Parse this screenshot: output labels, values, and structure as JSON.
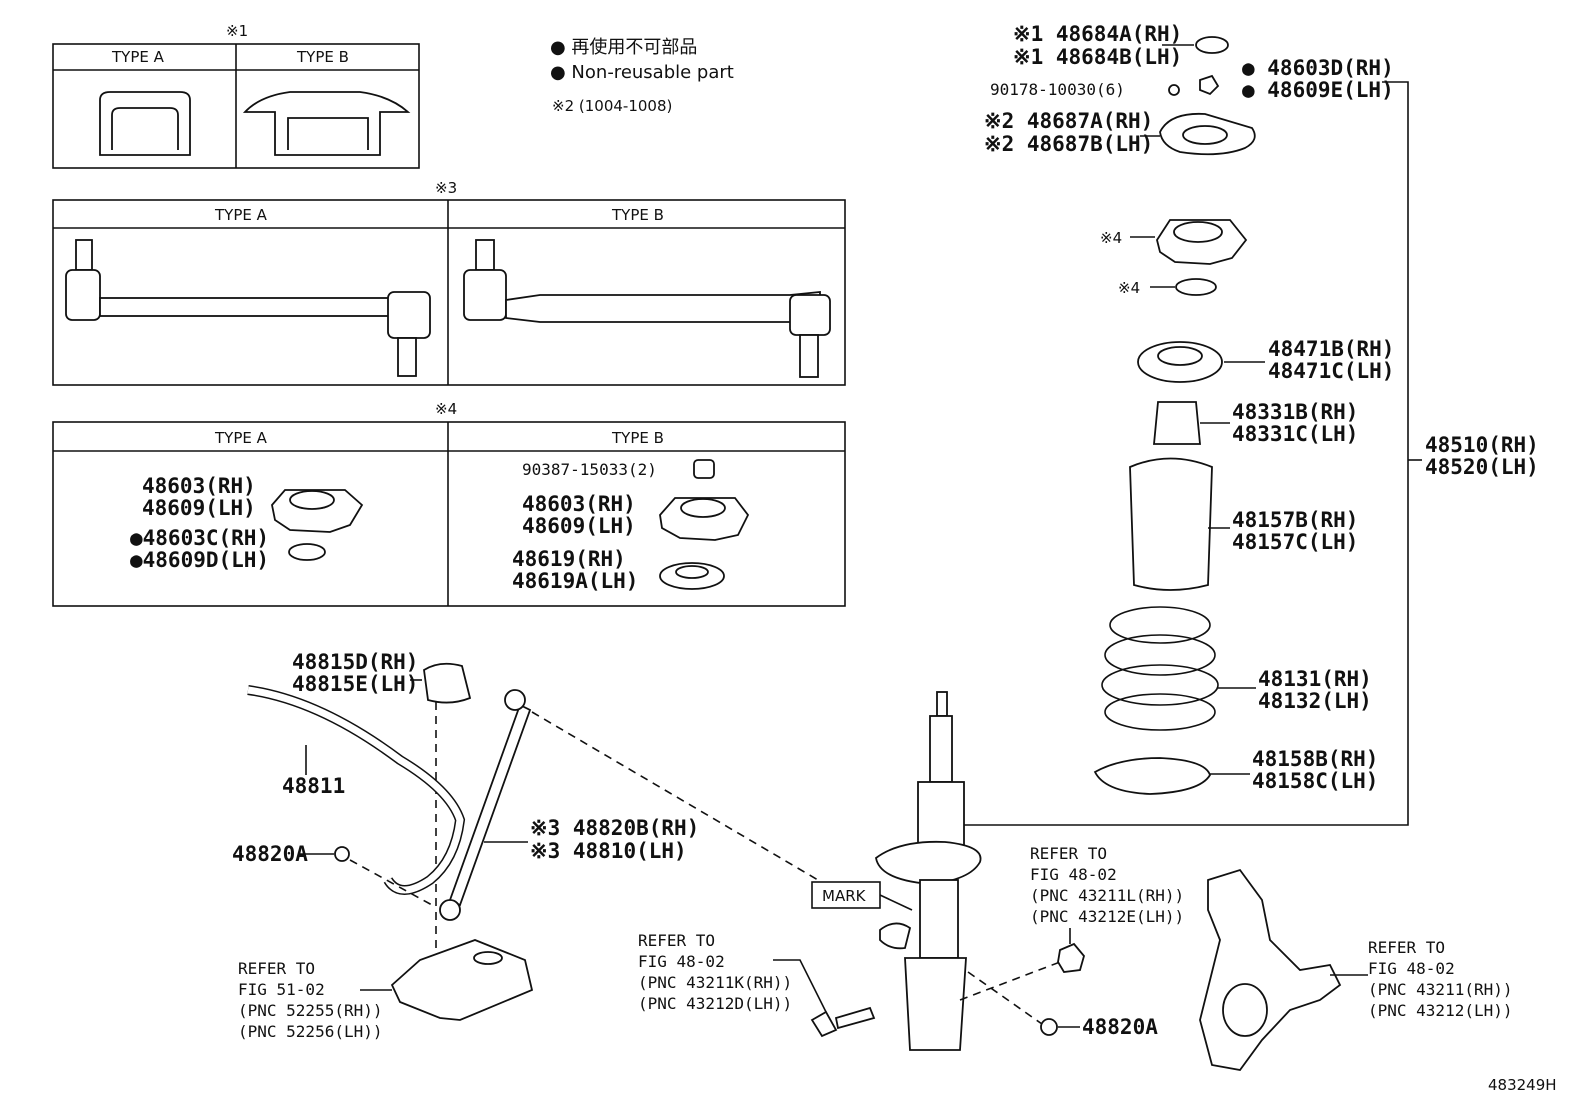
{
  "legend": {
    "nonreusable_jp": "● 再使用不可部品",
    "nonreusable_en": "● Non-reusable part",
    "note2": "※2 (1004-1008)"
  },
  "insets": {
    "n1": {
      "title": "※1",
      "type_a": "TYPE A",
      "type_b": "TYPE B"
    },
    "n3": {
      "title": "※3",
      "type_a": "TYPE A",
      "type_b": "TYPE B"
    },
    "n4": {
      "title": "※4",
      "type_a": "TYPE A",
      "type_b": "TYPE B",
      "a1": "48603(RH)",
      "a2": "48609(LH)",
      "a3": "●48603C(RH)",
      "a4": "●48609D(LH)",
      "b0": "90387-15033(2)",
      "b1": "48603(RH)",
      "b2": "48609(LH)",
      "b3": "48619(RH)",
      "b4": "48619A(LH)"
    }
  },
  "parts": {
    "p48684a": "※1 48684A(RH)",
    "p48684b": "※1 48684B(LH)",
    "p90178": "90178-10030(6)",
    "p48603d": "● 48603D(RH)",
    "p48609e": "● 48609E(LH)",
    "p48687a": "※2 48687A(RH)",
    "p48687b": "※2 48687B(LH)",
    "n4a": "※4",
    "n4b": "※4",
    "p48471b": "48471B(RH)",
    "p48471c": "48471C(LH)",
    "p48331b": "48331B(RH)",
    "p48331c": "48331C(LH)",
    "p48510": "48510(RH)",
    "p48520": "48520(LH)",
    "p48157b": "48157B(RH)",
    "p48157c": "48157C(LH)",
    "p48131": "48131(RH)",
    "p48132": "48132(LH)",
    "p48158b": "48158B(RH)",
    "p48158c": "48158C(LH)",
    "p48815d": "48815D(RH)",
    "p48815e": "48815E(LH)",
    "p48811": "48811",
    "p48820b": "※3 48820B(RH)",
    "p48810": "※3 48810(LH)",
    "p48820a_left": "48820A",
    "p48820a_right": "48820A",
    "mark": "MARK"
  },
  "refs": {
    "r1": [
      "REFER TO",
      "FIG 48-02",
      "(PNC 43211L(RH))",
      "(PNC 43212E(LH))"
    ],
    "r2": [
      "REFER TO",
      "FIG 48-02",
      "(PNC 43211K(RH))",
      "(PNC 43212D(LH))"
    ],
    "r3": [
      "REFER TO",
      "FIG 51-02",
      "(PNC 52255(RH))",
      "(PNC 52256(LH))"
    ],
    "r4": [
      "REFER TO",
      "FIG 48-02",
      "(PNC 43211(RH))",
      "(PNC 43212(LH))"
    ]
  },
  "diagram_id": "483249H"
}
